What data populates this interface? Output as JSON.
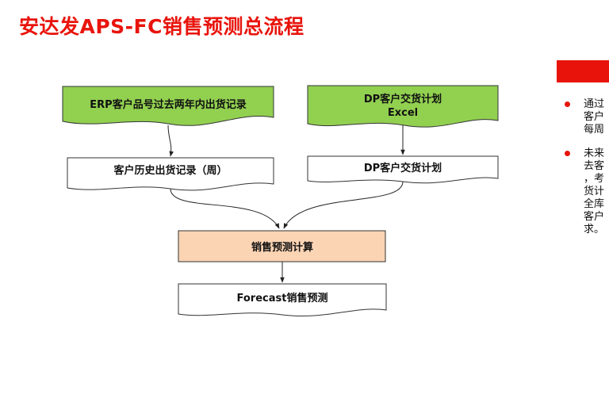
{
  "title": "安达发APS-FC销售预测总流程",
  "nodes": {
    "erp_history": "ERP客户品号过去两年内出货记录",
    "dp_plan_line1": "DP客户交货计划",
    "dp_plan_line2": "Excel",
    "customer_history": "客户历史出货记录（周）",
    "dp_delivery": "DP客户交货计划",
    "forecast_calc": "销售预测计算",
    "forecast_output": "Forecast销售预测"
  },
  "colors": {
    "title": "#e8140c",
    "green_node": "#92d050",
    "orange_node": "#fbd4b4",
    "accent": "#e8140c"
  },
  "bullets": [
    {
      "lines": [
        "通过",
        "客户",
        "每周"
      ]
    },
    {
      "lines": [
        "未来",
        "去客",
        "，考",
        "货计",
        "全库",
        "客户",
        "求。"
      ]
    }
  ]
}
